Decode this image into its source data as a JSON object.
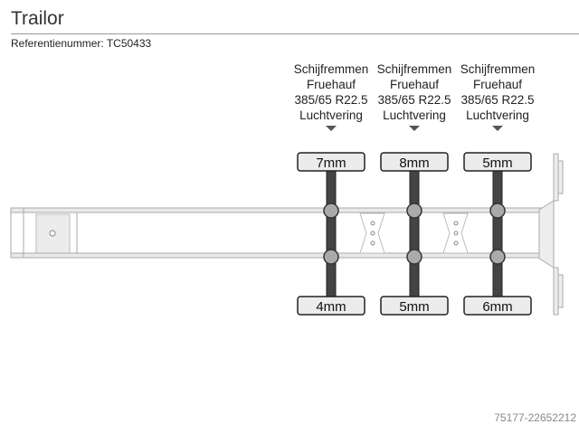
{
  "title": "Trailor",
  "reference": "Referentienummer: TC50433",
  "footer_id": "75177-22652212",
  "axles": [
    {
      "description": [
        "Schijfremmen",
        "Fruehauf",
        "385/65 R22.5",
        "Luchtvering"
      ],
      "tread_top": "7mm",
      "tread_bottom": "4mm"
    },
    {
      "description": [
        "Schijfremmen",
        "Fruehauf",
        "385/65 R22.5",
        "Luchtvering"
      ],
      "tread_top": "8mm",
      "tread_bottom": "5mm"
    },
    {
      "description": [
        "Schijfremmen",
        "Fruehauf",
        "385/65 R22.5",
        "Luchtvering"
      ],
      "tread_top": "5mm",
      "tread_bottom": "6mm"
    }
  ]
}
